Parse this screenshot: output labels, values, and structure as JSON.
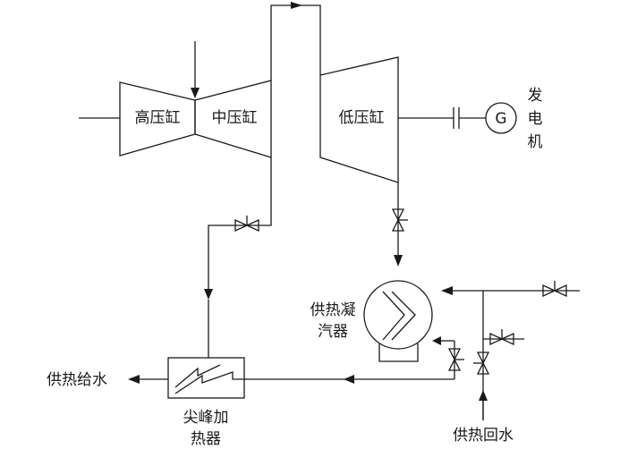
{
  "labels": {
    "hp_cylinder": "高压缸",
    "ip_cylinder": "中压缸",
    "lp_cylinder": "低压缸",
    "generator_symbol": "G",
    "generator": [
      "发",
      "电",
      "机"
    ],
    "condenser": [
      "供热凝",
      "汽器"
    ],
    "peak_heater": [
      "尖峰加",
      "热器"
    ],
    "supply_water": "供热给水",
    "return_water": "供热回水"
  },
  "colors": {
    "line": "#1a1a1a",
    "background": "#ffffff"
  }
}
